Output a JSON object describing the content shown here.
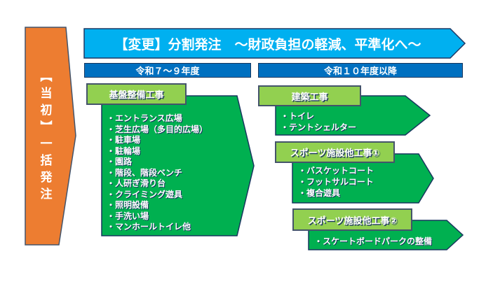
{
  "colors": {
    "orange": "#ED7D31",
    "cyan": "#00B0F0",
    "blue_bar": "#0070C0",
    "arrow_green": "#00B050",
    "label_green": "#92D050",
    "border_navy": "#17375E",
    "text_white": "#FFFFFF"
  },
  "initial": {
    "label": "【当初】一括発注"
  },
  "banner": {
    "title": "【変更】分割発注　～財政負担の軽減、平準化へ～"
  },
  "periods": [
    {
      "label": "令和７～９年度"
    },
    {
      "label": "令和１０年度以降"
    }
  ],
  "groups": [
    {
      "title": "基盤整備工事",
      "items": [
        "・エントランス広場",
        "・芝生広場（多目的広場）",
        "・駐車場",
        "・駐輪場",
        "・園路",
        "・階段、階段ベンチ",
        "・人研ぎ滑り台",
        "・クライミング遊具",
        "・照明設備",
        "・手洗い場",
        "・マンホールトイレ他"
      ]
    },
    {
      "title": "建築工事",
      "items": [
        "・トイレ",
        "・テントシェルター"
      ]
    },
    {
      "title": "スポーツ施設他工事①",
      "items": [
        "・バスケットコート",
        "・フットサルコート",
        "・複合遊具"
      ]
    },
    {
      "title": "スポーツ施設他工事②",
      "items": [
        "・スケートボードパークの整備"
      ]
    }
  ]
}
